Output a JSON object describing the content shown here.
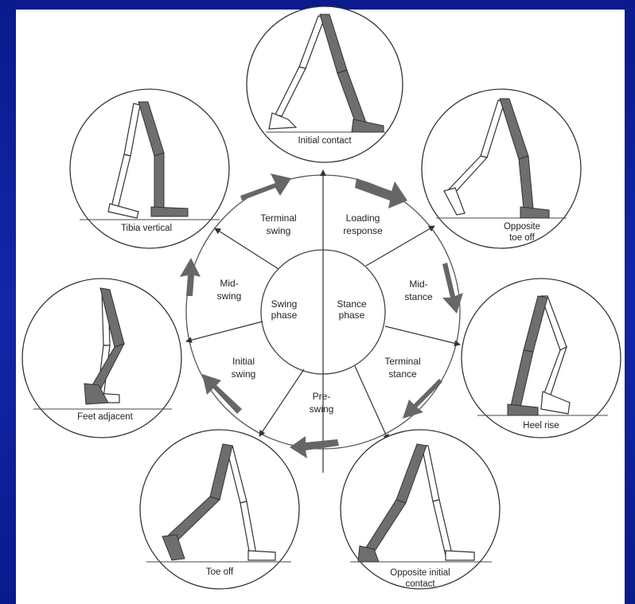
{
  "colors": {
    "background": "#1226a8",
    "panel": "#ffffff",
    "limb_dark": "#6e6e6e",
    "arrow": "#666666",
    "line": "#333333"
  },
  "center": {
    "swing_phase": [
      "Swing",
      "phase"
    ],
    "stance_phase": [
      "Stance",
      "phase"
    ]
  },
  "ring_labels": [
    {
      "id": "terminal-swing",
      "lines": [
        "Terminal",
        "swing"
      ]
    },
    {
      "id": "loading-response",
      "lines": [
        "Loading",
        "response"
      ]
    },
    {
      "id": "mid-stance",
      "lines": [
        "Mid-",
        "stance"
      ]
    },
    {
      "id": "terminal-stance",
      "lines": [
        "Terminal",
        "stance"
      ]
    },
    {
      "id": "pre-swing",
      "lines": [
        "Pre-",
        "swing"
      ]
    },
    {
      "id": "initial-swing",
      "lines": [
        "Initial",
        "swing"
      ]
    },
    {
      "id": "mid-swing",
      "lines": [
        "Mid-",
        "swing"
      ]
    }
  ],
  "events": [
    {
      "id": "initial-contact",
      "lines": [
        "Initial contact"
      ]
    },
    {
      "id": "opposite-toe-off",
      "lines": [
        "Opposite",
        "toe off"
      ]
    },
    {
      "id": "heel-rise",
      "lines": [
        "Heel rise"
      ]
    },
    {
      "id": "opposite-initial-contact",
      "lines": [
        "Opposite initial",
        "contact"
      ]
    },
    {
      "id": "toe-off",
      "lines": [
        "Toe off"
      ]
    },
    {
      "id": "feet-adjacent",
      "lines": [
        "Feet adjacent"
      ]
    },
    {
      "id": "tibia-vertical",
      "lines": [
        "Tibia vertical"
      ]
    }
  ]
}
